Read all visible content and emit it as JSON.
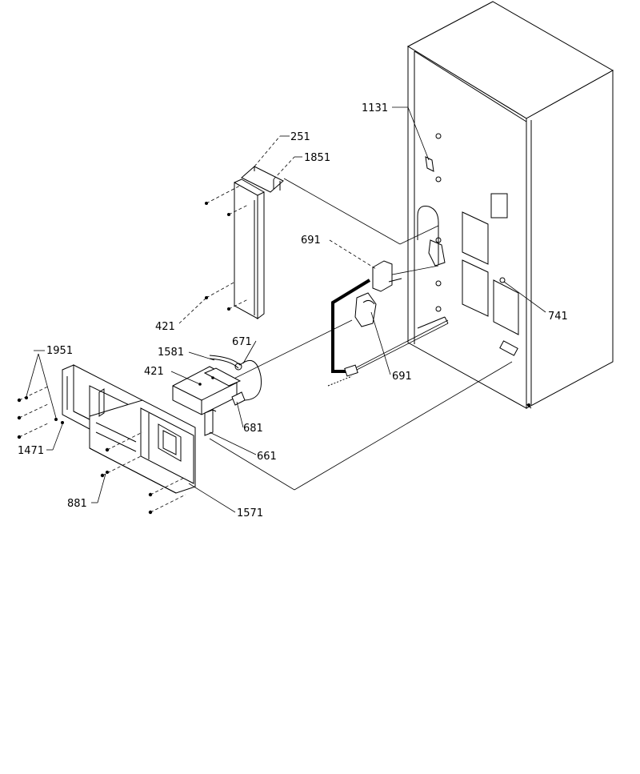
{
  "callouts": {
    "c251": "251",
    "c1851": "1851",
    "c1131": "1131",
    "c691_top": "691",
    "c691_bottom": "691",
    "c741": "741",
    "c421_upper": "421",
    "c421_lower": "421",
    "c671": "671",
    "c1581": "1581",
    "c1951": "1951",
    "c681": "681",
    "c1471": "1471",
    "c661": "661",
    "c881": "881",
    "c1571": "1571"
  }
}
